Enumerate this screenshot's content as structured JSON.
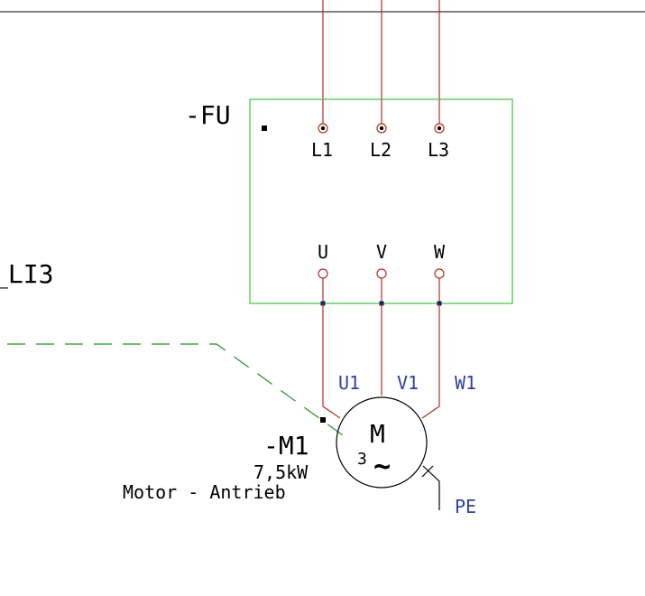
{
  "frequency_converter": {
    "tag": "-FU",
    "input_terminals": [
      "L1",
      "L2",
      "L3"
    ],
    "output_terminals": [
      "U",
      "V",
      "W"
    ]
  },
  "cross_reference": "_LI3",
  "motor": {
    "tag": "-M1",
    "symbol_letter": "M",
    "phases": "3",
    "ac_symbol": "~",
    "power": "7,5kW",
    "description": "Motor - Antrieb",
    "terminals": [
      "U1",
      "V1",
      "W1"
    ],
    "earth": "PE"
  },
  "colors": {
    "wire": "#b03020",
    "device_box": "#40c040",
    "dashed_link": "#209020",
    "terminal_label": "#3040a0",
    "text": "#000000"
  }
}
